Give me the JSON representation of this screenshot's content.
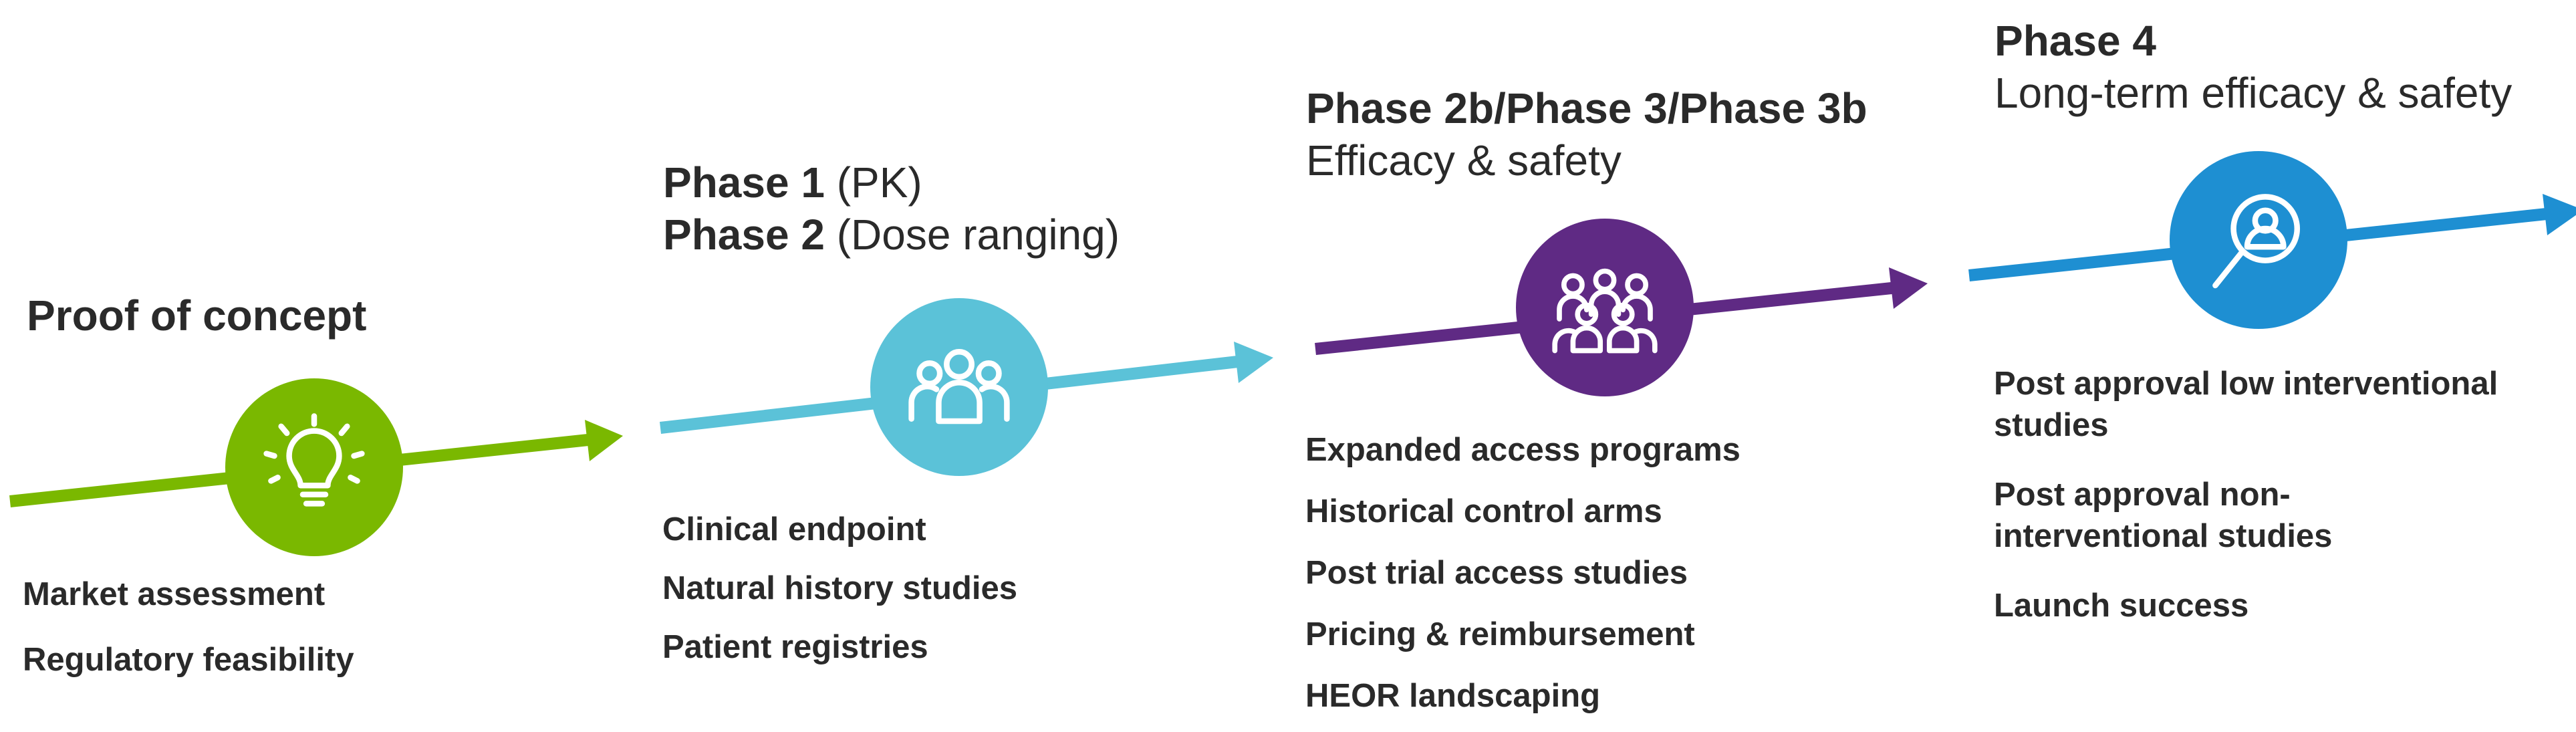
{
  "colors": {
    "proof": "#7ab800",
    "phase12": "#5bc2d8",
    "phase3": "#5f2a84",
    "phase4": "#1e8fd2"
  },
  "stages": [
    {
      "id": "proof",
      "heading": [
        {
          "bold": "Proof of concept",
          "normal": ""
        }
      ],
      "icon": "lightbulb-icon",
      "items": [
        [
          "Market assessment"
        ],
        [
          "Regulatory feasibility"
        ]
      ]
    },
    {
      "id": "phase12",
      "heading": [
        {
          "bold": "Phase 1",
          "normal": " (PK)"
        },
        {
          "bold": "Phase 2",
          "normal": " (Dose ranging)"
        }
      ],
      "icon": "people-group-icon",
      "items": [
        [
          "Clinical endpoint"
        ],
        [
          "Natural history studies"
        ],
        [
          "Patient registries"
        ]
      ]
    },
    {
      "id": "phase3",
      "heading": [
        {
          "bold": "Phase 2b/Phase 3/Phase 3b",
          "normal": ""
        },
        {
          "bold": "",
          "normal": "Efficacy & safety"
        }
      ],
      "icon": "large-group-icon",
      "items": [
        [
          "Expanded access programs"
        ],
        [
          "Historical control arms"
        ],
        [
          "Post trial access studies"
        ],
        [
          "Pricing & reimbursement"
        ],
        [
          "HEOR landscaping"
        ]
      ]
    },
    {
      "id": "phase4",
      "heading": [
        {
          "bold": "Phase 4",
          "normal": ""
        },
        {
          "bold": "",
          "normal": "Long-term efficacy & safety"
        }
      ],
      "icon": "magnifier-person-icon",
      "items": [
        [
          "Post approval low interventional",
          "studies"
        ],
        [
          "Post approval non-",
          "interventional studies"
        ],
        [
          "Launch success"
        ]
      ]
    }
  ]
}
